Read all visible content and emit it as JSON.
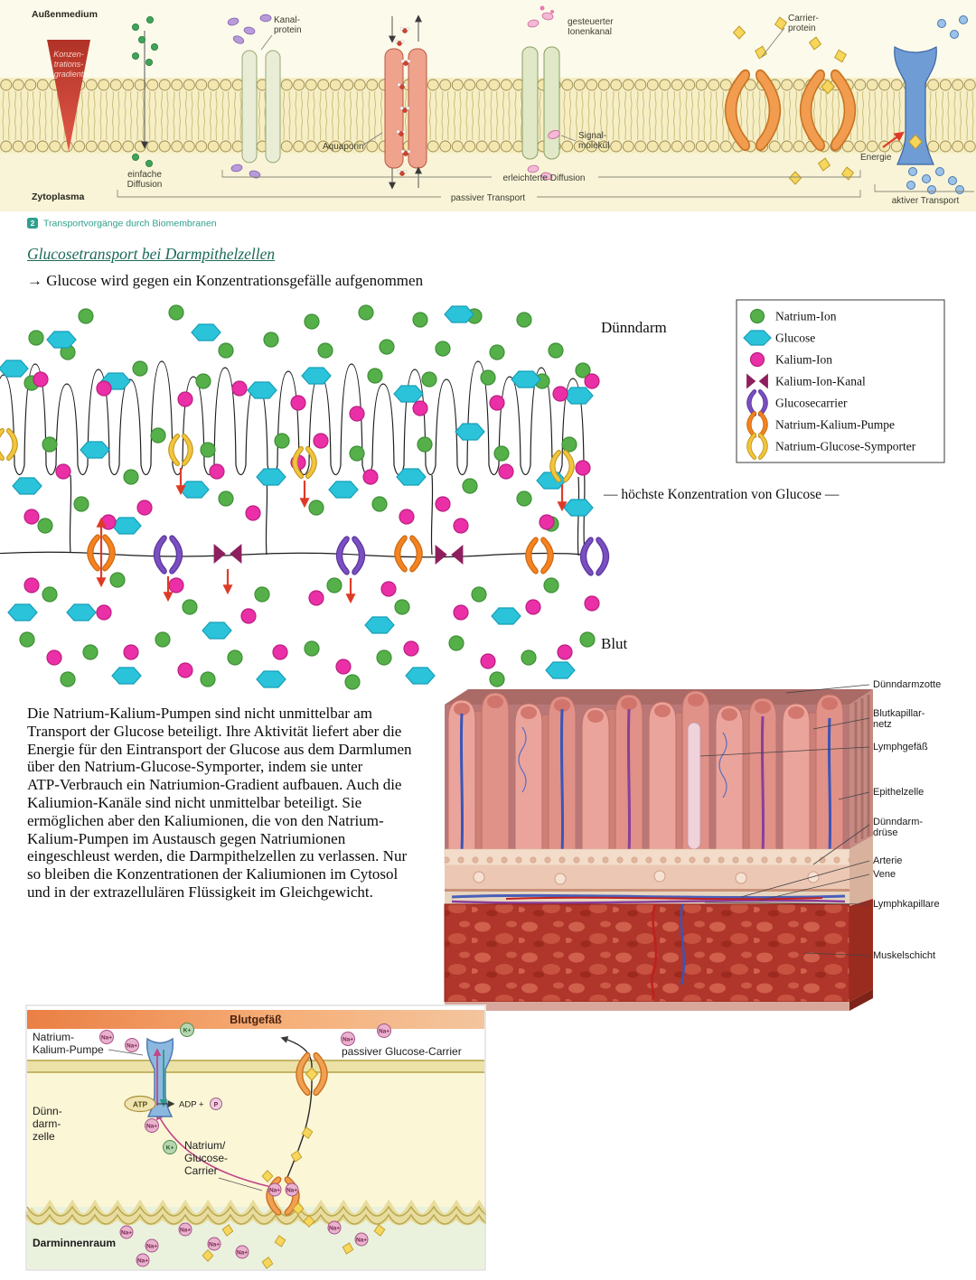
{
  "membrane_fig": {
    "aussenmedium": "Außenmedium",
    "zytoplasma": "Zytoplasma",
    "gradient": [
      "Konzen-",
      "trations-",
      "gradient"
    ],
    "einfache": [
      "einfache",
      "Diffusion"
    ],
    "kanalprotein": [
      "Kanal-",
      "protein"
    ],
    "aquaporin": "Aquaporin",
    "ionenkanal": [
      "gesteuerter",
      "Ionenkanal"
    ],
    "signalmolekuel": [
      "Signal-",
      "molekül"
    ],
    "erleichterte_diffusion": "erleichterte Diffusion",
    "passiver_transport": "passiver Transport",
    "carrierprotein": [
      "Carrier-",
      "protein"
    ],
    "energie": "Energie",
    "aktiver_transport": "aktiver Transport",
    "caption_number": "2",
    "caption": "Transportvorgänge durch Biomembranen"
  },
  "notes": {
    "heading": "Glucosetransport bei Darmpithelzellen",
    "lead": "→ Glucose wird gegen ein Konzentrationsgefälle aufgenommen",
    "body": "Die Natrium-Kalium-Pumpen sind nicht unmittelbar am Transport der Glucose beteiligt. Ihre Aktivität liefert aber die Energie für den Eintransport der Glucose aus dem Darmlumen über den Natrium-Glucose-Symporter, indem sie unter\nATP-Verbrauch ein Natriumion-Gradient aufbauen. Auch die Kaliumion-Kanäle sind nicht unmittelbar beteiligt. Sie ermöglichen aber den Kaliumionen, die von den Natrium-Kalium-Pumpen im Austausch gegen Natriumionen eingeschleust werden, die Darmpithelzellen zu verlassen. Nur so bleiben die Konzentrationen der Kaliumionen im Cytosol und in der extrazellulären Flüssigkeit im Gleichgewicht."
  },
  "cell_fig": {
    "duenndarm": "Dünndarm",
    "hoechste_konzentration": "— höchste Konzentration von Glucose —",
    "blut": "Blut",
    "legend": [
      {
        "label": "Natrium-Ion",
        "color": "#56b04a"
      },
      {
        "label": "Glucose",
        "color": "#2bc3da"
      },
      {
        "label": "Kalium-Ion",
        "color": "#ea2fa7"
      },
      {
        "label": "Kalium-Ion-Kanal",
        "color": "#8e1f5e"
      },
      {
        "label": "Glucosecarrier",
        "color": "#7a4fc0"
      },
      {
        "label": "Natrium-Kalium-Pumpe",
        "color": "#f58220"
      },
      {
        "label": "Natrium-Glucose-Symporter",
        "color": "#f2c53d"
      }
    ]
  },
  "villi_fig": {
    "labels": {
      "duenndarmzotte": "Dünndarmzotte",
      "blutkapillarnetz": [
        "Blutkapillar-",
        "netz"
      ],
      "lymphgefaess": "Lymphgefäß",
      "epithelzelle": "Epithelzelle",
      "duenndarmdruese": [
        "Dünndarm-",
        "drüse"
      ],
      "arterie": "Arterie",
      "vene": "Vene",
      "lymphkapillare": "Lymphkapillare",
      "muskelschicht": "Muskelschicht"
    }
  },
  "pump_fig": {
    "blutgefaess": "Blutgefäß",
    "natrium_kalium_pumpe": [
      "Natrium-",
      "Kalium-Pumpe"
    ],
    "passiver_glucose_carrier": "passiver Glucose-Carrier",
    "atp": "ATP",
    "adp": "ADP +",
    "p": "P",
    "duenndarmzelle": [
      "Dünn-",
      "darm-",
      "zelle"
    ],
    "natrium_glucose_carrier": [
      "Natrium/",
      "Glucose-",
      "Carrier"
    ],
    "darminnenraum": "Darminnenraum",
    "na": "Na+",
    "k": "K+"
  }
}
